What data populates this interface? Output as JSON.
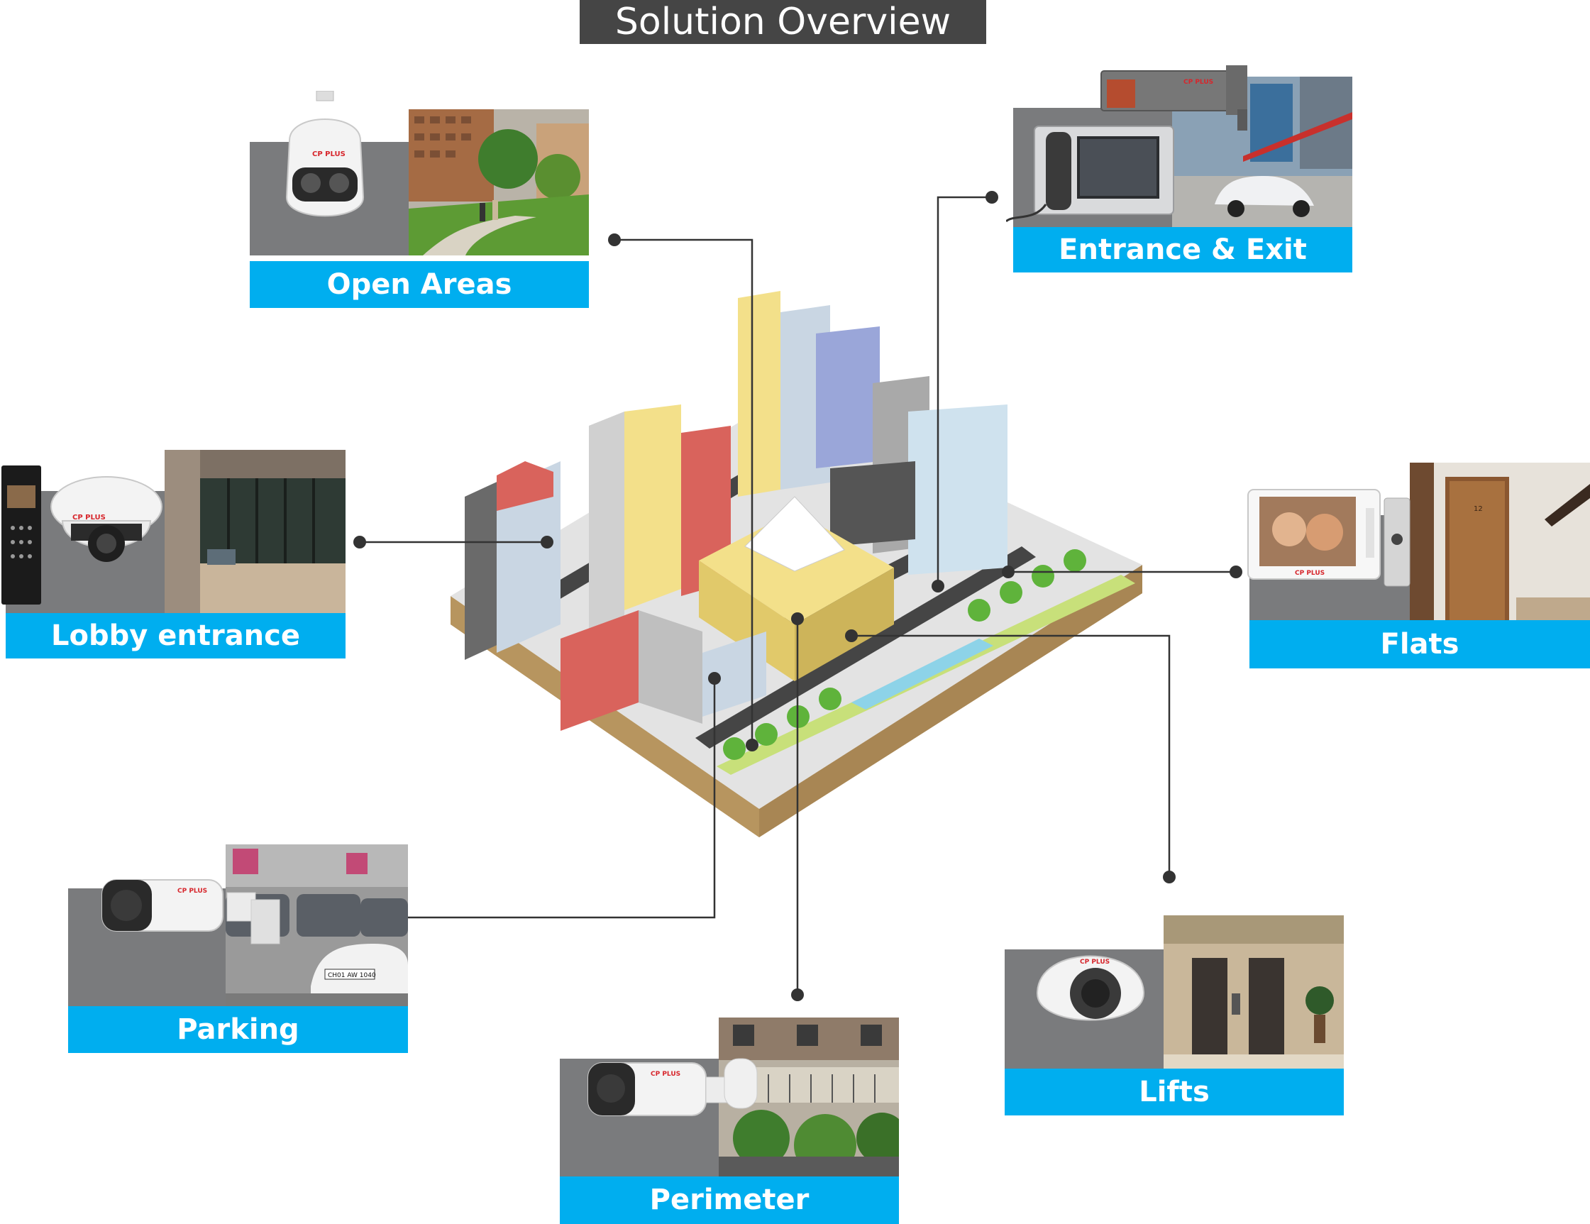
{
  "title": "Solution Overview",
  "zones": [
    {
      "id": "open-areas",
      "label": "Open Areas"
    },
    {
      "id": "entrance-exit",
      "label": "Entrance & Exit"
    },
    {
      "id": "lobby-entrance",
      "label": "Lobby entrance"
    },
    {
      "id": "flats",
      "label": "Flats"
    },
    {
      "id": "parking",
      "label": "Parking"
    },
    {
      "id": "perimeter",
      "label": "Perimeter"
    },
    {
      "id": "lifts",
      "label": "Lifts"
    }
  ],
  "brand": {
    "name": "CP PLUS",
    "color": "#d7262c"
  },
  "colors": {
    "label_bg": "#00aeef",
    "card_gray": "#7a7b7d",
    "title_bg": "#454545",
    "connector": "#333333"
  },
  "flat_number": "12",
  "license_plate": "CH01 AW 1040",
  "icons": [
    "ptz-dome-camera-icon",
    "anpr-camera-icon",
    "video-door-phone-icon",
    "door-station-icon",
    "dome-camera-icon",
    "bullet-camera-icon",
    "mini-dome-camera-icon"
  ]
}
